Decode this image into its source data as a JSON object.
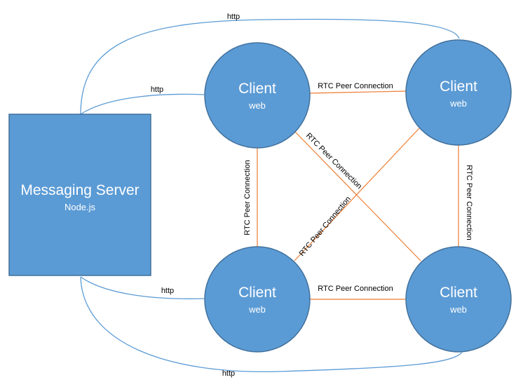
{
  "colors": {
    "node_fill": "#5b9bd5",
    "node_stroke": "#41719c",
    "http_line": "#5b9bd5",
    "rtc_line": "#ed7d31"
  },
  "server": {
    "title": "Messaging Server",
    "subtitle": "Node.js"
  },
  "clients": [
    {
      "title": "Client",
      "subtitle": "web"
    },
    {
      "title": "Client",
      "subtitle": "web"
    },
    {
      "title": "Client",
      "subtitle": "web"
    },
    {
      "title": "Client",
      "subtitle": "web"
    }
  ],
  "http_links": [
    {
      "label": "http"
    },
    {
      "label": "http"
    },
    {
      "label": "http"
    },
    {
      "label": "http"
    }
  ],
  "rtc_links": [
    {
      "label": "RTC Peer Connection"
    },
    {
      "label": "RTC Peer Connection"
    },
    {
      "label": "RTC Peer Connection"
    },
    {
      "label": "RTC Peer Connection"
    },
    {
      "label": "RTC Peer Connection"
    },
    {
      "label": "RTC Peer Connection"
    }
  ]
}
